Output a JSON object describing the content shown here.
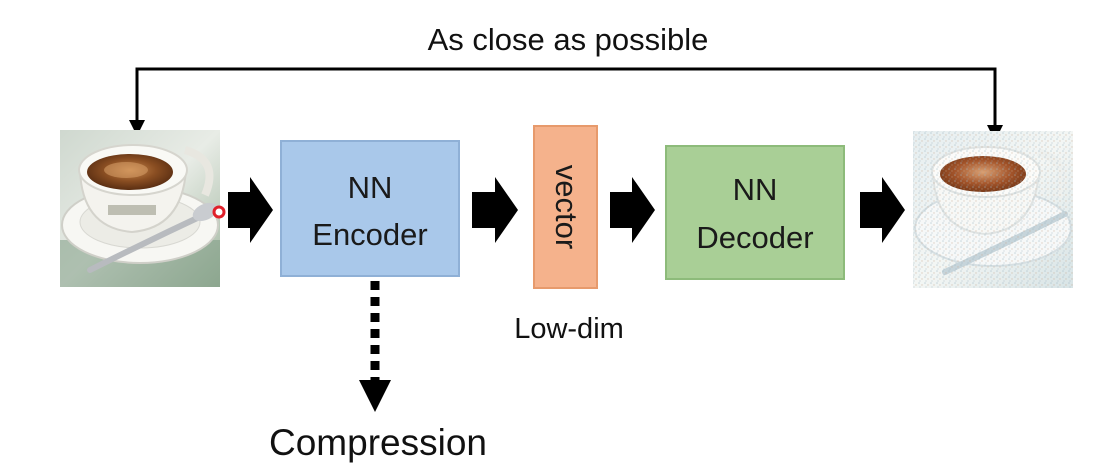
{
  "feedback": {
    "label": "As close as possible"
  },
  "input_image": {
    "icon": "espresso-cup-photo"
  },
  "output_image": {
    "icon": "noisy-espresso-cup-photo"
  },
  "encoder": {
    "line1": "NN",
    "line2": "Encoder",
    "color": "#a9c8ea"
  },
  "vector": {
    "label": "vector",
    "caption": "Low-dim",
    "color": "#f5b28c"
  },
  "decoder": {
    "line1": "NN",
    "line2": "Decoder",
    "color": "#a9cf96"
  },
  "compression": {
    "label": "Compression"
  },
  "colors": {
    "arrow": "#000000",
    "text": "#111111",
    "encoder_border": "#8fb0d6",
    "vector_border": "#e79a6c",
    "decoder_border": "#8dbb7a"
  }
}
